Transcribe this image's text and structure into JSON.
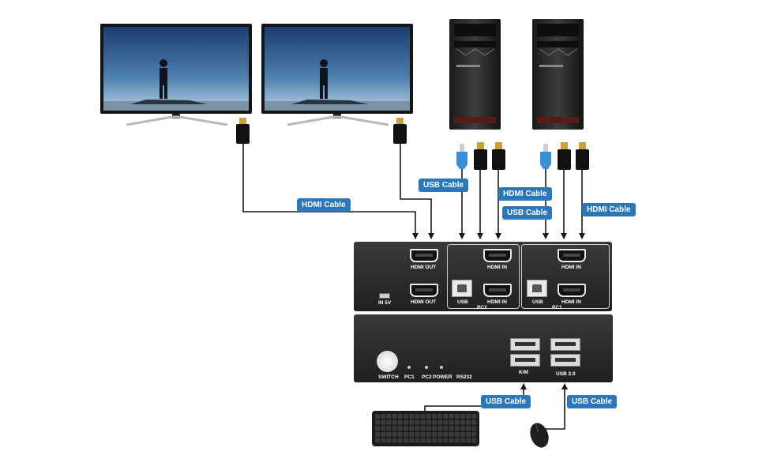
{
  "labels": {
    "hdmi_cable_left": "HDMI Cable",
    "usb_cable_pc2": "USB Cable",
    "hdmi_cable_pc2": "HDMI Cable",
    "usb_cable_pc1": "USB Cable",
    "hdmi_cable_pc1": "HDMI Cable",
    "usb_cable_keyboard": "USB Cable",
    "usb_cable_mouse": "USB Cable"
  },
  "rear_panel": {
    "hdmi_out_top": "HDMI OUT",
    "hdmi_out_bottom": "HDMI OUT",
    "power_in": "IN 5V",
    "pc2_hdmi_in_top": "HDMI IN",
    "pc2_usb": "USB",
    "pc2_hdmi_in_bottom": "HDMI IN",
    "pc2_group": "PC2",
    "pc1_hdmi_in_top": "HDMI IN",
    "pc1_usb": "USB",
    "pc1_hdmi_in_bottom": "HDMI IN",
    "pc1_group": "PC1"
  },
  "front_panel": {
    "switch": "SWITCH",
    "pc1": "PC1",
    "pc2": "PC2",
    "power": "POWER",
    "rs232": "RS232",
    "km": "K/M",
    "usb20": "USB 2.0"
  },
  "icons": [
    "monitor-icon",
    "pc-tower-icon",
    "hdmi-plug-icon",
    "usb-plug-icon",
    "keyboard-icon",
    "mouse-icon"
  ],
  "colors": {
    "label_bg": "#2b77b8",
    "usb_plug": "#3a8fd6",
    "panel": "#2a2a2a"
  }
}
